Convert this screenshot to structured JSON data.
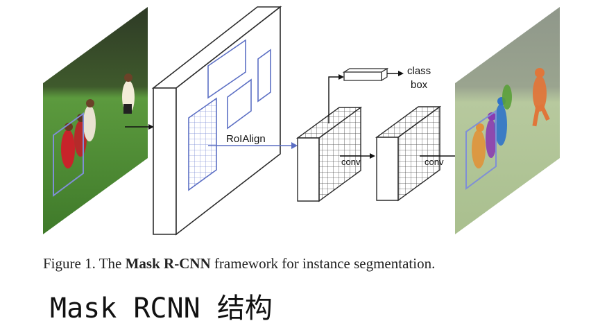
{
  "diagram": {
    "roi_align_label": "RoIAlign",
    "conv_label_1": "conv",
    "conv_label_2": "conv",
    "class_label": "class",
    "box_label": "box"
  },
  "caption": {
    "prefix": "Figure 1. The ",
    "bold": "Mask R-CNN",
    "suffix": " framework for instance segmentation."
  },
  "subtitle": "Mask RCNN 结构",
  "colors": {
    "box_outline": "#2b2b2b",
    "roi_blue": "#5c6fc4",
    "grass": "#4f8a35",
    "instance_orange": "#e0763a",
    "instance_purple": "#8a3cb0",
    "instance_blue": "#2f73c9",
    "instance_green": "#5aa03a"
  }
}
